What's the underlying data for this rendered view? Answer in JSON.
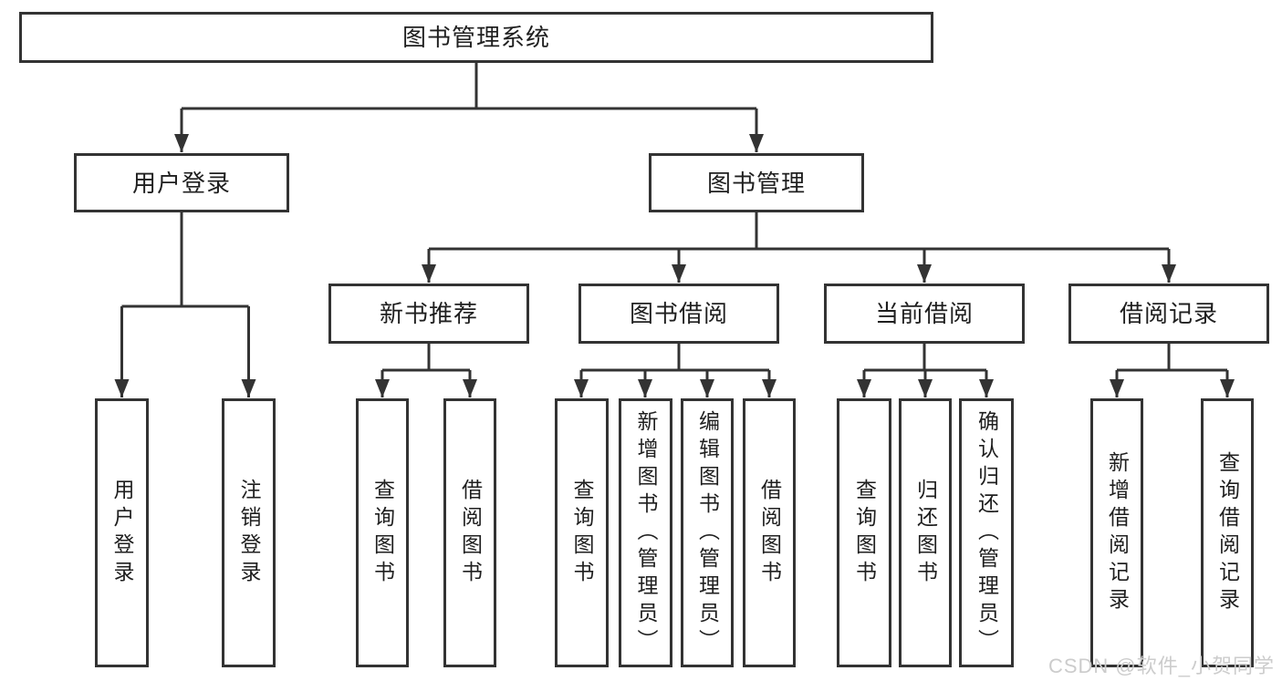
{
  "colors": {
    "line": "#333333",
    "text": "#1f1f1f",
    "box_background": "#ffffff",
    "page_background": "#ffffff",
    "watermark": "#cccccc"
  },
  "nodes": {
    "root": "图书管理系统",
    "user_login": "用户登录",
    "book_mgmt": "图书管理",
    "new_book_rec": "新书推荐",
    "book_borrow": "图书借阅",
    "current_borrow": "当前借阅",
    "borrow_record": "借阅记录",
    "ul_user_login": "用户登录",
    "ul_logout": "注销登录",
    "nr_query_book": "查询图书",
    "nr_borrow_book": "借阅图书",
    "bb_query_book": "查询图书",
    "bb_add_book": "新增图书（管理员）",
    "bb_edit_book": "编辑图书（管理员）",
    "bb_borrow_book": "借阅图书",
    "cb_query_book": "查询图书",
    "cb_return_book": "归还图书",
    "cb_confirm_return": "确认归还（管理员）",
    "br_add_record": "新增借阅记录",
    "br_query_record": "查询借阅记录"
  },
  "watermark": "CSDN @软件_小贺同学"
}
